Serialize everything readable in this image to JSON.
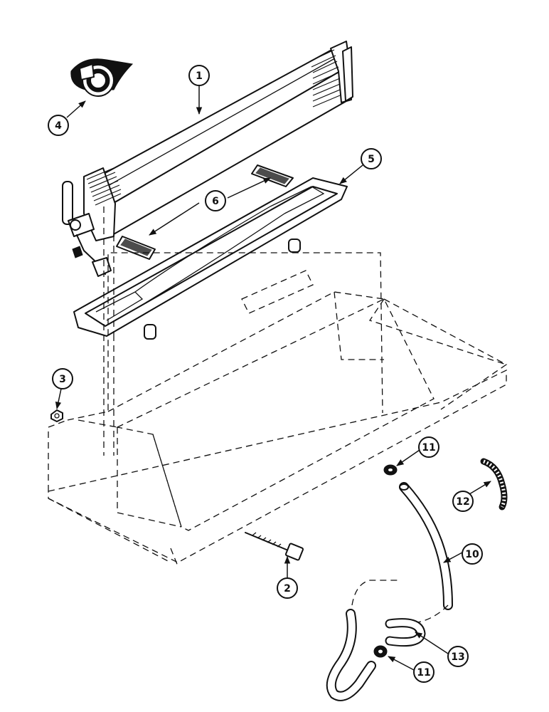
{
  "callouts": [
    {
      "id": "1",
      "label": "1"
    },
    {
      "id": "2",
      "label": "2"
    },
    {
      "id": "3",
      "label": "3"
    },
    {
      "id": "4",
      "label": "4"
    },
    {
      "id": "5",
      "label": "5"
    },
    {
      "id": "6",
      "label": "6"
    },
    {
      "id": "10",
      "label": "10"
    },
    {
      "id": "11a",
      "label": "11"
    },
    {
      "id": "11b",
      "label": "11"
    },
    {
      "id": "12",
      "label": "12"
    },
    {
      "id": "13",
      "label": "13"
    }
  ]
}
